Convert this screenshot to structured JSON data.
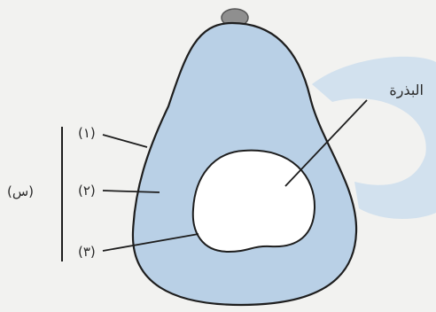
{
  "diagram": {
    "labels": {
      "seed": "البذرة",
      "part_1": "(١)",
      "part_2": "(٢)",
      "part_3": "(٣)",
      "group": "(س)"
    },
    "colors": {
      "background": "#f2f2f0",
      "flesh": "#b9d0e6",
      "seed_cavity": "#ffffff",
      "stem": "#8f8f8f",
      "outline": "#1e1e1e",
      "backdrop_shape": "#c7dbee"
    }
  }
}
